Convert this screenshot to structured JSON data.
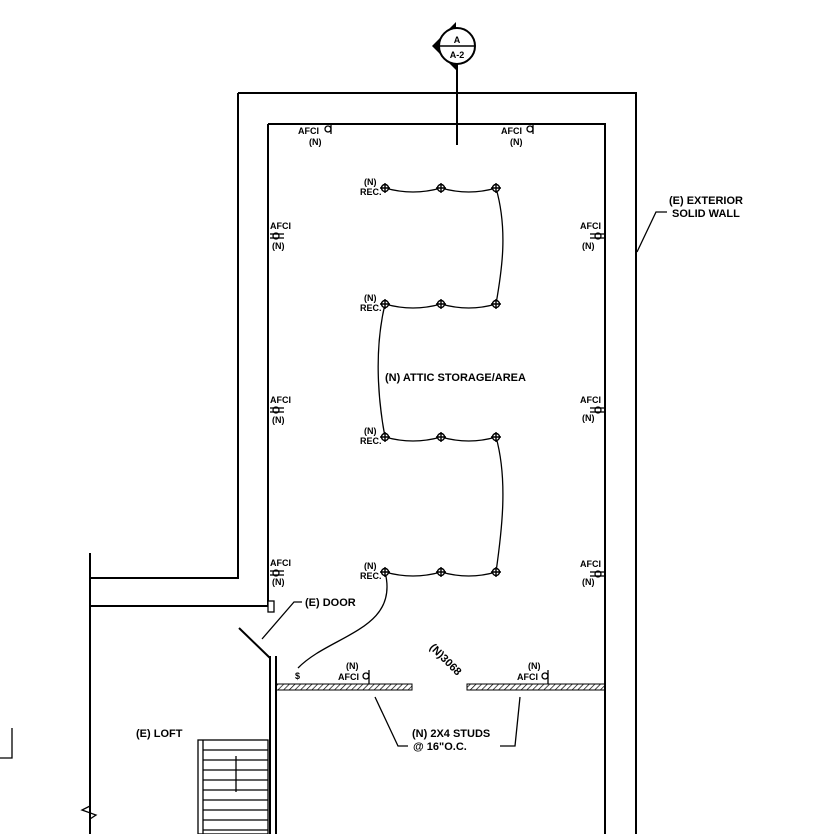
{
  "section_marker": {
    "letter": "A",
    "sheet": "A-2"
  },
  "labels": {
    "exterior_wall_line1": "(E) EXTERIOR",
    "exterior_wall_line2": "SOLID WALL",
    "room": "(N) ATTIC STORAGE/AREA",
    "door": "(E) DOOR",
    "loft": "(E) LOFT",
    "window": "(N)3068",
    "studs_line1": "(N) 2X4 STUDS",
    "studs_line2": "@ 16\"O.C.",
    "switch": "$"
  },
  "outlet": {
    "label": "AFCI",
    "note": "(N)"
  },
  "receptacle": {
    "note": "(N)",
    "label": "REC."
  }
}
